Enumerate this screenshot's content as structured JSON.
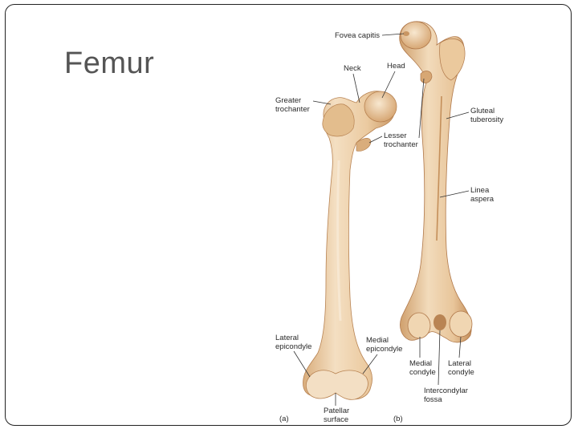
{
  "slide": {
    "title": "Femur"
  },
  "figure": {
    "panels": [
      {
        "id": "a",
        "tag": "(a)"
      },
      {
        "id": "b",
        "tag": "(b)"
      }
    ],
    "labels": {
      "fovea_capitis": "Fovea capitis",
      "neck": "Neck",
      "head": "Head",
      "greater_trochanter_1": "Greater",
      "greater_trochanter_2": "trochanter",
      "lesser_trochanter_1": "Lesser",
      "lesser_trochanter_2": "trochanter",
      "gluteal_tuberosity_1": "Gluteal",
      "gluteal_tuberosity_2": "tuberosity",
      "linea_aspera_1": "Linea",
      "linea_aspera_2": "aspera",
      "lateral_epicondyle_1": "Lateral",
      "lateral_epicondyle_2": "epicondyle",
      "medial_epicondyle_1": "Medial",
      "medial_epicondyle_2": "epicondyle",
      "medial_condyle_1": "Medial",
      "medial_condyle_2": "condyle",
      "lateral_condyle_1": "Lateral",
      "lateral_condyle_2": "condyle",
      "intercondylar_fossa_1": "Intercondylar",
      "intercondylar_fossa_2": "fossa",
      "patellar_surface_1": "Patellar",
      "patellar_surface_2": "surface"
    },
    "colors": {
      "bone_light": "#f1d9b7",
      "bone_mid": "#e3bd8d",
      "bone_shade": "#c99663"
    }
  }
}
